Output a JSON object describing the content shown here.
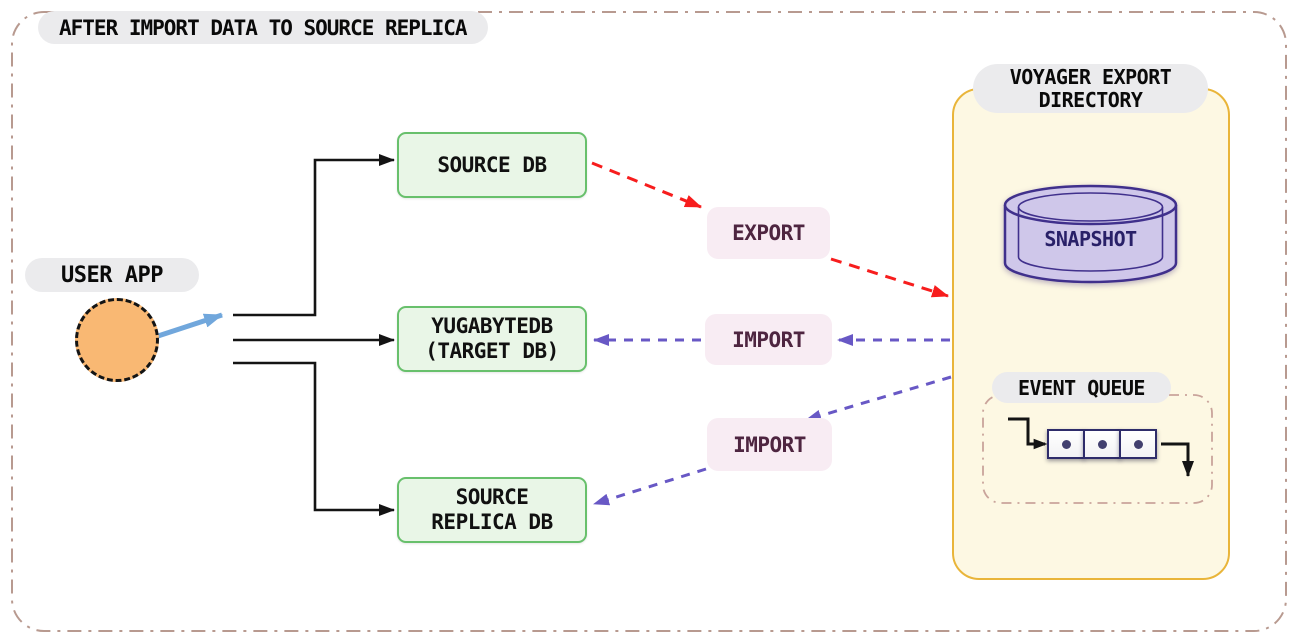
{
  "diagram": {
    "title": "AFTER IMPORT DATA TO SOURCE REPLICA",
    "user_app": {
      "label": "USER APP"
    },
    "nodes": {
      "source_db": {
        "label": "SOURCE DB"
      },
      "target_db": {
        "label_line1": "YUGABYTEDB",
        "label_line2": "(TARGET DB)"
      },
      "source_replica_db": {
        "label_line1": "SOURCE",
        "label_line2": "REPLICA DB"
      }
    },
    "operations": {
      "export": {
        "label": "EXPORT"
      },
      "import_to_target": {
        "label": "IMPORT"
      },
      "import_to_replica": {
        "label": "IMPORT"
      }
    },
    "voyager_panel": {
      "title_line1": "VOYAGER EXPORT",
      "title_line2": "DIRECTORY",
      "snapshot": {
        "label": "SNAPSHOT"
      },
      "event_queue": {
        "label": "EVENT QUEUE",
        "item_count": 3
      }
    },
    "colors": {
      "outer_border": "#b89a90",
      "node_fill": "#e9f6e7",
      "node_border": "#68c06c",
      "operation_fill": "#f8ecf3",
      "operation_text": "#4e2540",
      "panel_fill": "#fdf8e3",
      "panel_border": "#e9b53a",
      "cylinder_fill": "#cfc7ea",
      "cylinder_border": "#40308c",
      "snapshot_text": "#292068",
      "label_pill_fill": "#ebebed",
      "user_app_fill": "#f9b873",
      "arrow_black": "#141414",
      "arrow_red": "#f71d1d",
      "arrow_purple": "#6858c5",
      "arrow_blue": "#71a7dc"
    }
  }
}
